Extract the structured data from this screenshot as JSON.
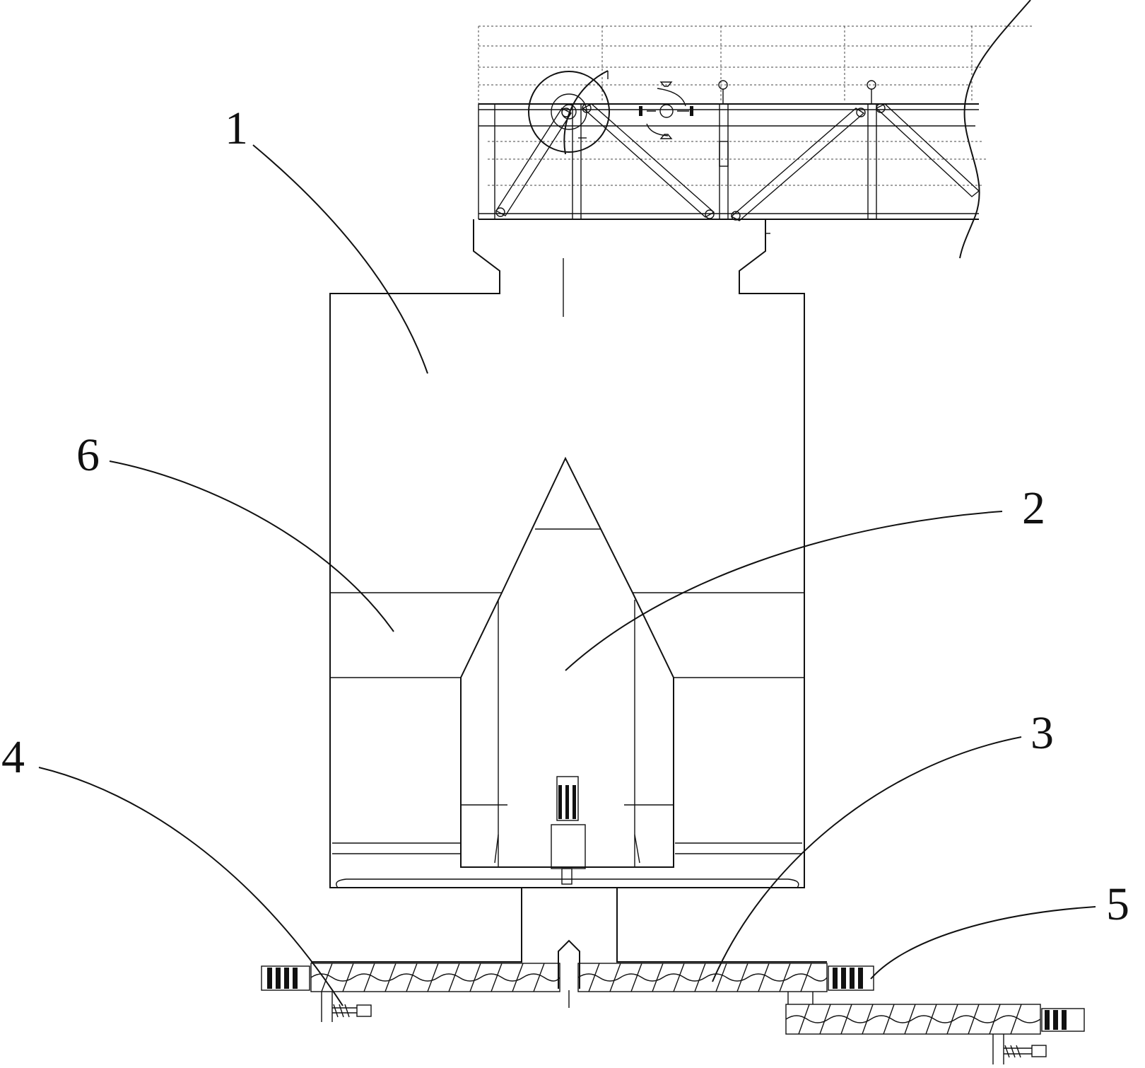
{
  "labels": {
    "l1": "1",
    "l2": "2",
    "l3": "3",
    "l4": "4",
    "l5": "5",
    "l6": "6"
  },
  "line_color": "#111111",
  "background": "#ffffff"
}
